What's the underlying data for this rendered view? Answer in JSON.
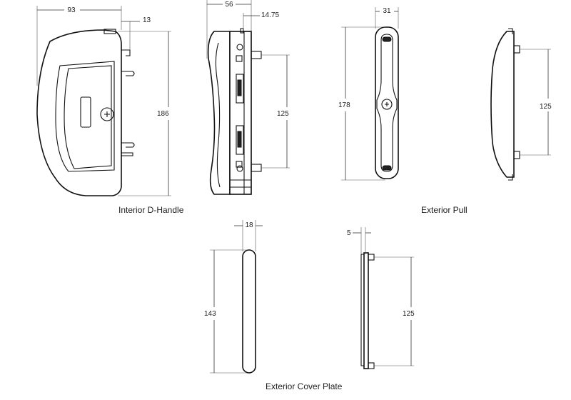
{
  "captions": {
    "d_handle": "Interior D-Handle",
    "pull": "Exterior Pull",
    "cover": "Exterior Cover Plate"
  },
  "dimensions": {
    "d_handle_width": "93",
    "d_handle_tab": "13",
    "d_handle_height": "186",
    "side_depth": "56",
    "side_offset": "14.75",
    "side_screw": "125",
    "pull_width": "31",
    "pull_height": "178",
    "pull_side_screw": "125",
    "cover_width": "18",
    "cover_height": "143",
    "cover_side_depth": "5",
    "cover_side_screw": "125"
  }
}
